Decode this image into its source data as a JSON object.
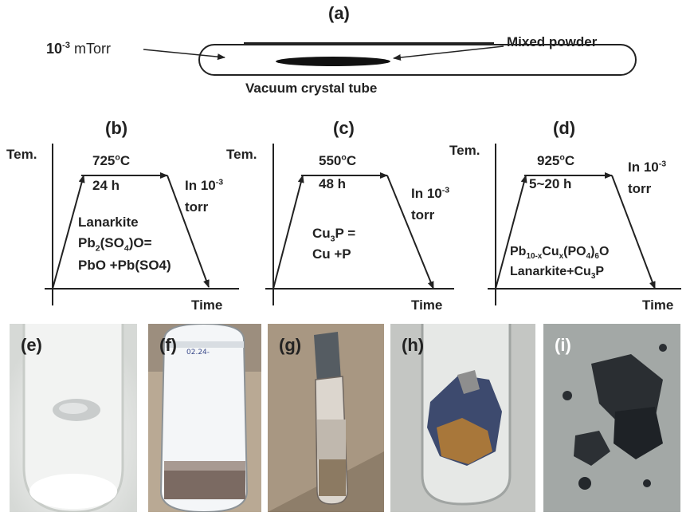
{
  "panel_a": {
    "letter": "(a)",
    "pressure": {
      "base": "10",
      "exp": "-3",
      "unit": " mTorr"
    },
    "powder_label": "Mixed powder",
    "tube_label": "Vacuum crystal tube"
  },
  "panel_b": {
    "letter": "(b)",
    "y_axis": "Tem.",
    "x_axis": "Time",
    "temp": {
      "value": "725",
      "deg": "o",
      "unit": "C"
    },
    "duration": "24 h",
    "vacuum": {
      "line1_pre": "In 10",
      "line1_exp": "-3",
      "line2": "torr"
    },
    "reaction": {
      "line1": "Lanarkite",
      "line2": {
        "a": "Pb",
        "a_sub": "2",
        "b": "(SO",
        "b_sub": "4",
        "c": ")O="
      },
      "line3": "PbO +Pb(SO4)"
    }
  },
  "panel_c": {
    "letter": "(c)",
    "y_axis": "Tem.",
    "x_axis": "Time",
    "temp": {
      "value": "550",
      "deg": "o",
      "unit": "C"
    },
    "duration": "48 h",
    "vacuum": {
      "line1_pre": "In 10",
      "line1_exp": "-3",
      "line2": "torr"
    },
    "reaction": {
      "line1": {
        "a": "Cu",
        "a_sub": "3",
        "b": "P ="
      },
      "line2": "Cu +P"
    }
  },
  "panel_d": {
    "letter": "(d)",
    "y_axis": "Tem.",
    "x_axis": "Time",
    "temp": {
      "value": "925",
      "deg": "o",
      "unit": "C"
    },
    "duration": "5~20  h",
    "vacuum": {
      "line1_pre": "In 10",
      "line1_exp": "-3",
      "line2": "torr"
    },
    "reaction": {
      "line1": {
        "a": "Pb",
        "a_sub": "10-x",
        "b": "Cu",
        "b_sub": "x",
        "c": "(PO",
        "c_sub": "4",
        "d": ")",
        "d_sub": "6",
        "e": "O"
      },
      "line2": {
        "a": "Lanarkite+Cu",
        "a_sub": "3",
        "b": "P"
      }
    }
  },
  "photos": [
    {
      "letter": "(e)",
      "label_color": "#111111"
    },
    {
      "letter": "(f)",
      "label_color": "#111111"
    },
    {
      "letter": "(g)",
      "label_color": "#111111"
    },
    {
      "letter": "(h)",
      "label_color": "#111111"
    },
    {
      "letter": "(i)",
      "label_color": "#ffffff"
    }
  ]
}
